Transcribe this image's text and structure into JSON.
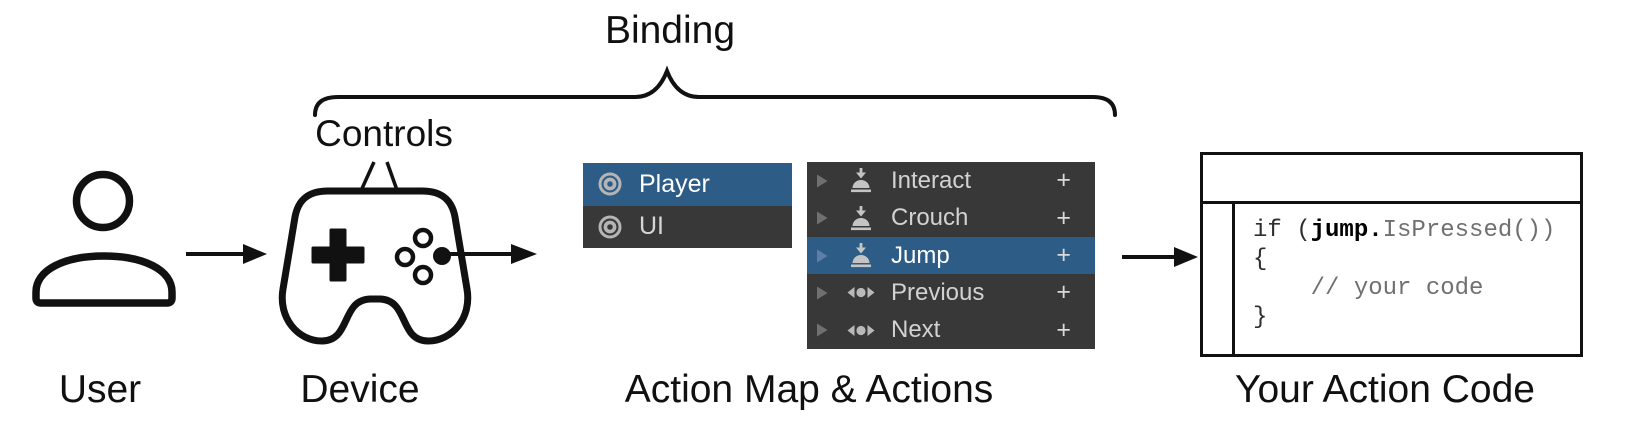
{
  "header": {
    "binding_label": "Binding",
    "controls_label": "Controls"
  },
  "stages": {
    "user_label": "User",
    "device_label": "Device",
    "action_map_label": "Action Map & Actions",
    "action_code_label": "Your Action Code"
  },
  "action_maps_panel": {
    "items": [
      {
        "label": "Player",
        "selected": true
      },
      {
        "label": "UI",
        "selected": false
      }
    ]
  },
  "actions_panel": {
    "items": [
      {
        "label": "Interact",
        "type": "button-action",
        "selected": false,
        "add_button": "+"
      },
      {
        "label": "Crouch",
        "type": "button-action",
        "selected": false,
        "add_button": "+"
      },
      {
        "label": "Jump",
        "type": "button-action",
        "selected": true,
        "add_button": "+"
      },
      {
        "label": "Previous",
        "type": "composite-action",
        "selected": false,
        "add_button": "+"
      },
      {
        "label": "Next",
        "type": "composite-action",
        "selected": false,
        "add_button": "+"
      }
    ]
  },
  "code_box": {
    "line1": {
      "kw": "if (",
      "action_ref": "jump.",
      "method": "IsPressed())"
    },
    "line2": "{",
    "line3": "    // your code",
    "line4": "}"
  },
  "icons": {
    "user": "user-icon",
    "device": "gamepad-icon",
    "action_map": "action-map-icon",
    "button_action": "button-action-icon",
    "composite_action": "composite-action-icon",
    "foldout": "foldout-triangle-icon",
    "flow_arrow": "flow-arrow-icon",
    "brace": "binding-brace"
  },
  "colors": {
    "selection_blue": "#2d5c87",
    "panel_dark": "#383838",
    "panel_text": "#d2d2d2",
    "ink": "#111111",
    "code_muted": "#707070"
  }
}
